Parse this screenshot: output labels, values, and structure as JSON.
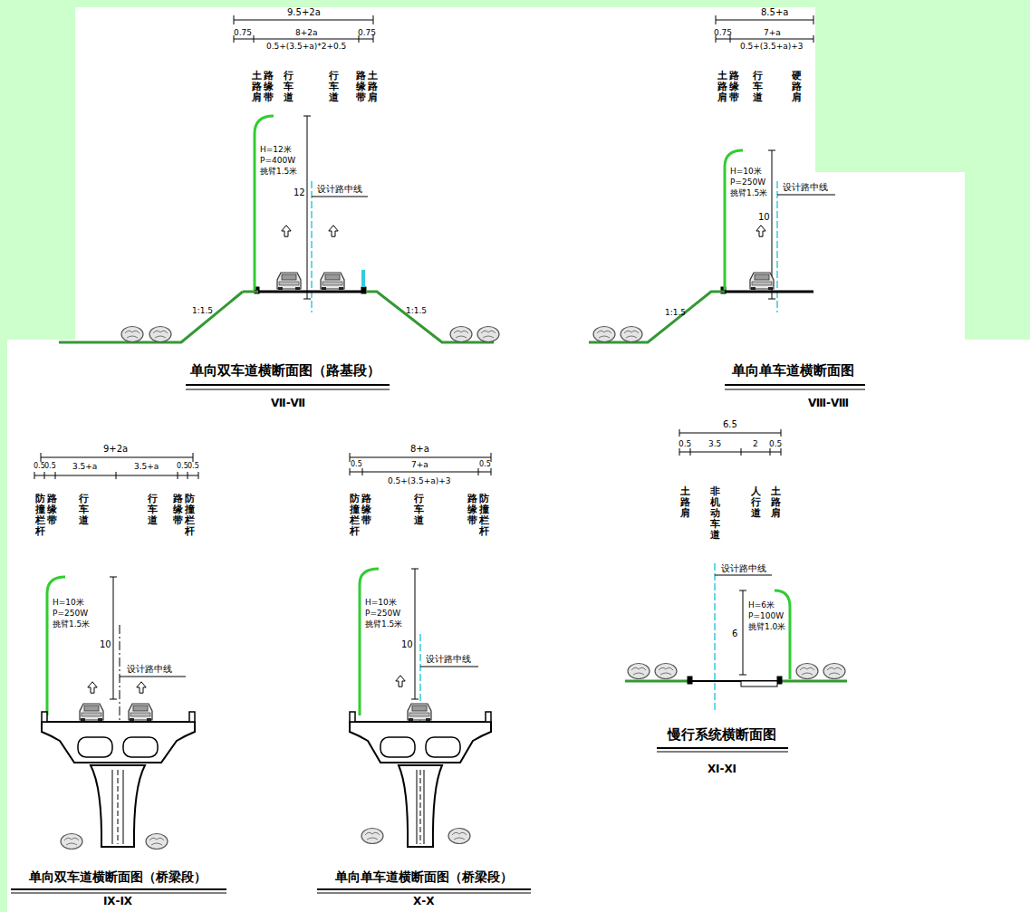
{
  "diagram": {
    "labels": [
      "9.5+2a",
      "0.75",
      "8+2a",
      "0.75",
      "0.5+(3.5+a)*2+0.5",
      "土路肩",
      "路缘带",
      "行车道",
      "行车道",
      "路缘带",
      "土路肩",
      "H=12米",
      "P=400W",
      "挑臂1.5米",
      "12",
      "设计路中线",
      "1:1.5",
      "1:1.5",
      "单向双车道横断面图（路基段）",
      "Ⅶ-Ⅶ",
      "8.5+a",
      "0.75",
      "7+a",
      "0.5+(3.5+a)+3",
      "土路肩",
      "路缘带",
      "行车道",
      "硬路肩",
      "H=10米",
      "P=250W",
      "挑臂1.5米",
      "10",
      "设计路中线",
      "1:1.5",
      "单向单车道横断面图",
      "Ⅷ-Ⅷ",
      "9+2a",
      "0.5",
      "0.5",
      "3.5+a",
      "3.5+a",
      "0.5",
      "0.5",
      "防撞栏杆",
      "路缘带",
      "行车道",
      "行车道",
      "路缘带",
      "防撞栏杆",
      "H=10米",
      "P=250W",
      "挑臂1.5米",
      "10",
      "设计路中线",
      "单向双车道横断面图（桥梁段）",
      "Ⅸ-Ⅸ",
      "8+a",
      "0.5",
      "7+a",
      "0.5",
      "0.5+(3.5+a)+3",
      "防撞栏杆",
      "路缘带",
      "行车道",
      "路缘带",
      "防撞栏杆",
      "H=10米",
      "P=250W",
      "挑臂1.5米",
      "10",
      "设计路中线",
      "单向单车道横断面图（桥梁段）",
      "Ⅹ-Ⅹ",
      "6.5",
      "0.5",
      "3.5",
      "2",
      "0.5",
      "土路肩",
      "非机动车道",
      "人行道",
      "土路肩",
      "设计路中线",
      "H=6米",
      "P=100W",
      "挑臂1.0米",
      "6",
      "慢行系统横断面图",
      "Ⅺ-Ⅺ"
    ]
  }
}
